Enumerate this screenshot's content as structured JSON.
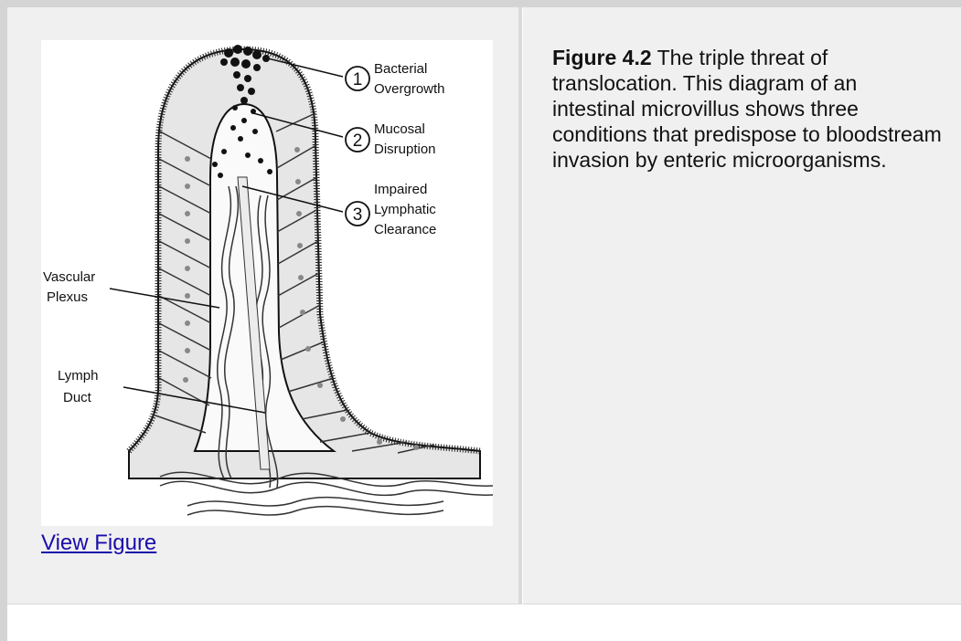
{
  "figure": {
    "labels": {
      "label1": [
        "Bacterial",
        "Overgrowth"
      ],
      "label2": [
        "Mucosal",
        "Disruption"
      ],
      "label3": [
        "Impaired",
        "Lymphatic",
        "Clearance"
      ],
      "vascular": [
        "Vascular",
        "Plexus"
      ],
      "lymph": [
        "Lymph",
        "Duct"
      ],
      "num1": "1",
      "num2": "2",
      "num3": "3"
    },
    "view_link": "View Figure"
  },
  "caption": {
    "figure_number": "Figure 4.2",
    "text": " The triple threat of translocation. This diagram of an intestinal microvillus shows three conditions that predispose to bloodstream invasion by enteric microorganisms."
  },
  "colors": {
    "link": "#1a0dab",
    "cell_bg": "#f0f0f0",
    "border": "#d4d4d4"
  }
}
